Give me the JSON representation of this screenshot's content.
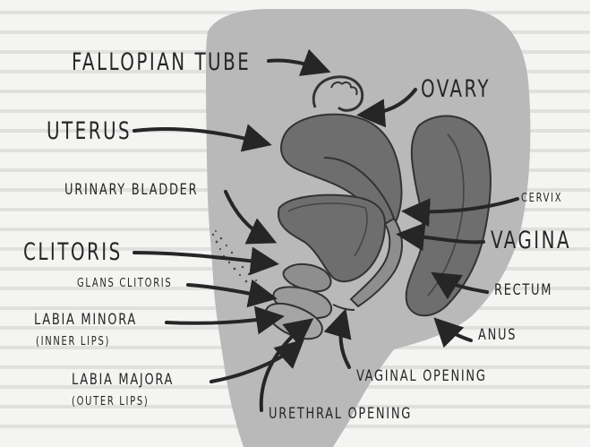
{
  "labels": {
    "fallopian_tube": "FALLOPIAN TUBE",
    "ovary": "OVARY",
    "uterus": "UTERUS",
    "urinary_bladder": "URINARY BLADDER",
    "cervix": "CERVIX",
    "clitoris": "CLITORIS",
    "vagina": "VAGINA",
    "glans_clitoris": "GLANS CLITORIS",
    "rectum": "RECTUM",
    "labia_minora": "LABIA MINORA",
    "labia_minora_note": "(INNER LIPS)",
    "anus": "ANUS",
    "labia_majora": "LABIA MAJORA",
    "labia_majora_note": "(OUTER LIPS)",
    "vaginal_opening": "VAGINAL OPENING",
    "urethral_opening": "URETHRAL OPENING"
  },
  "colors": {
    "paper": "#f4f4f2",
    "body_fill": "#b9b9b9",
    "organ_dark": "#6e6e6e",
    "organ_mid": "#8e8e8e",
    "ink": "#262626"
  }
}
